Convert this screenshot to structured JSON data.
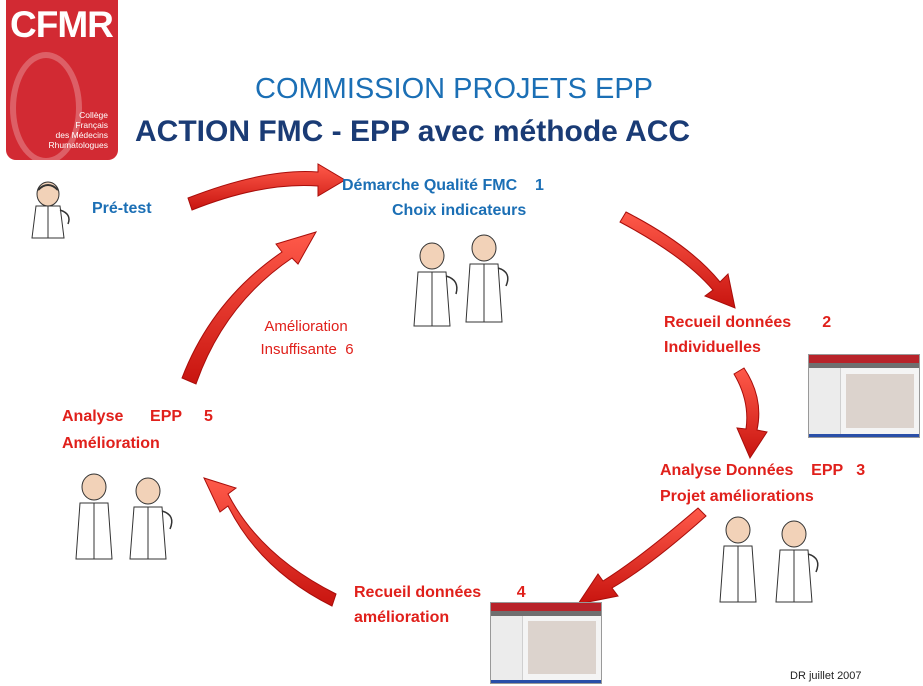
{
  "logo": {
    "brand": "CFMR",
    "lines": [
      "Collège",
      "Français",
      "des Médecins",
      "Rhumatologues"
    ]
  },
  "header": {
    "title": "COMMISSION PROJETS EPP",
    "subtitle": "ACTION  FMC - EPP avec méthode ACC"
  },
  "steps": {
    "pretest": "Pré-test",
    "step1_line1": "Démarche Qualité FMC    1",
    "step1_line2": "Choix indicateurs",
    "step2_line1": "Recueil données       2",
    "step2_line2": "Individuelles",
    "step3_line1": "Analyse Données    EPP   3",
    "step3_line2": "Projet améliorations",
    "step4_line1": "Recueil données        4",
    "step4_line2": "amélioration",
    "step5_line1": "Analyse      EPP     5",
    "step5_line2": "Amélioration",
    "step6_line1": "Amélioration",
    "step6_line2": "Insuffisante  6"
  },
  "footer": "DR juillet 2007",
  "colors": {
    "arrow": "#e2231a",
    "blue_text": "#1b6fb5",
    "red_text": "#e0201b",
    "logo_red": "#d22a33",
    "subtitle": "#1a3b75"
  },
  "icons": [
    "doctor-icon",
    "screenshot-thumbnail"
  ]
}
